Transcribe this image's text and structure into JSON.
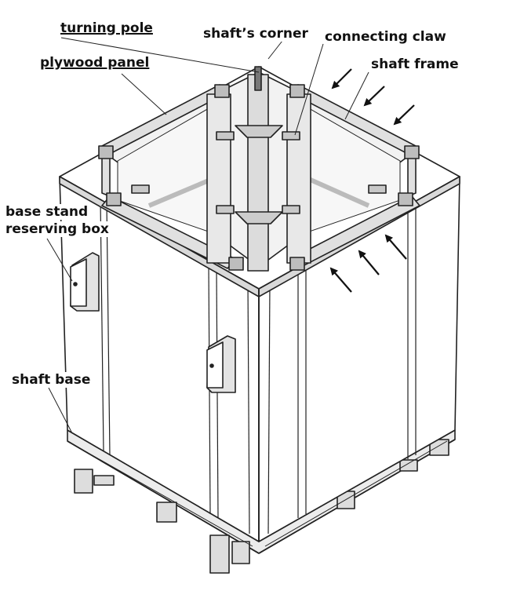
{
  "labels": {
    "turning_pole": "turning pole",
    "shafts_corner": "shaft’s corner",
    "connecting_claw": "connecting claw",
    "shaft_frame": "shaft frame",
    "plywood_panel": "plywood panel",
    "base_stand_line1": "base stand",
    "base_stand_line2": "reserving box",
    "shaft_base": "shaft base"
  },
  "colors": {
    "line": "#222222",
    "fill_face": "#ffffff",
    "shade": "#e6e6e6",
    "dark": "#555555"
  },
  "icons": [
    "arrow-icon"
  ]
}
